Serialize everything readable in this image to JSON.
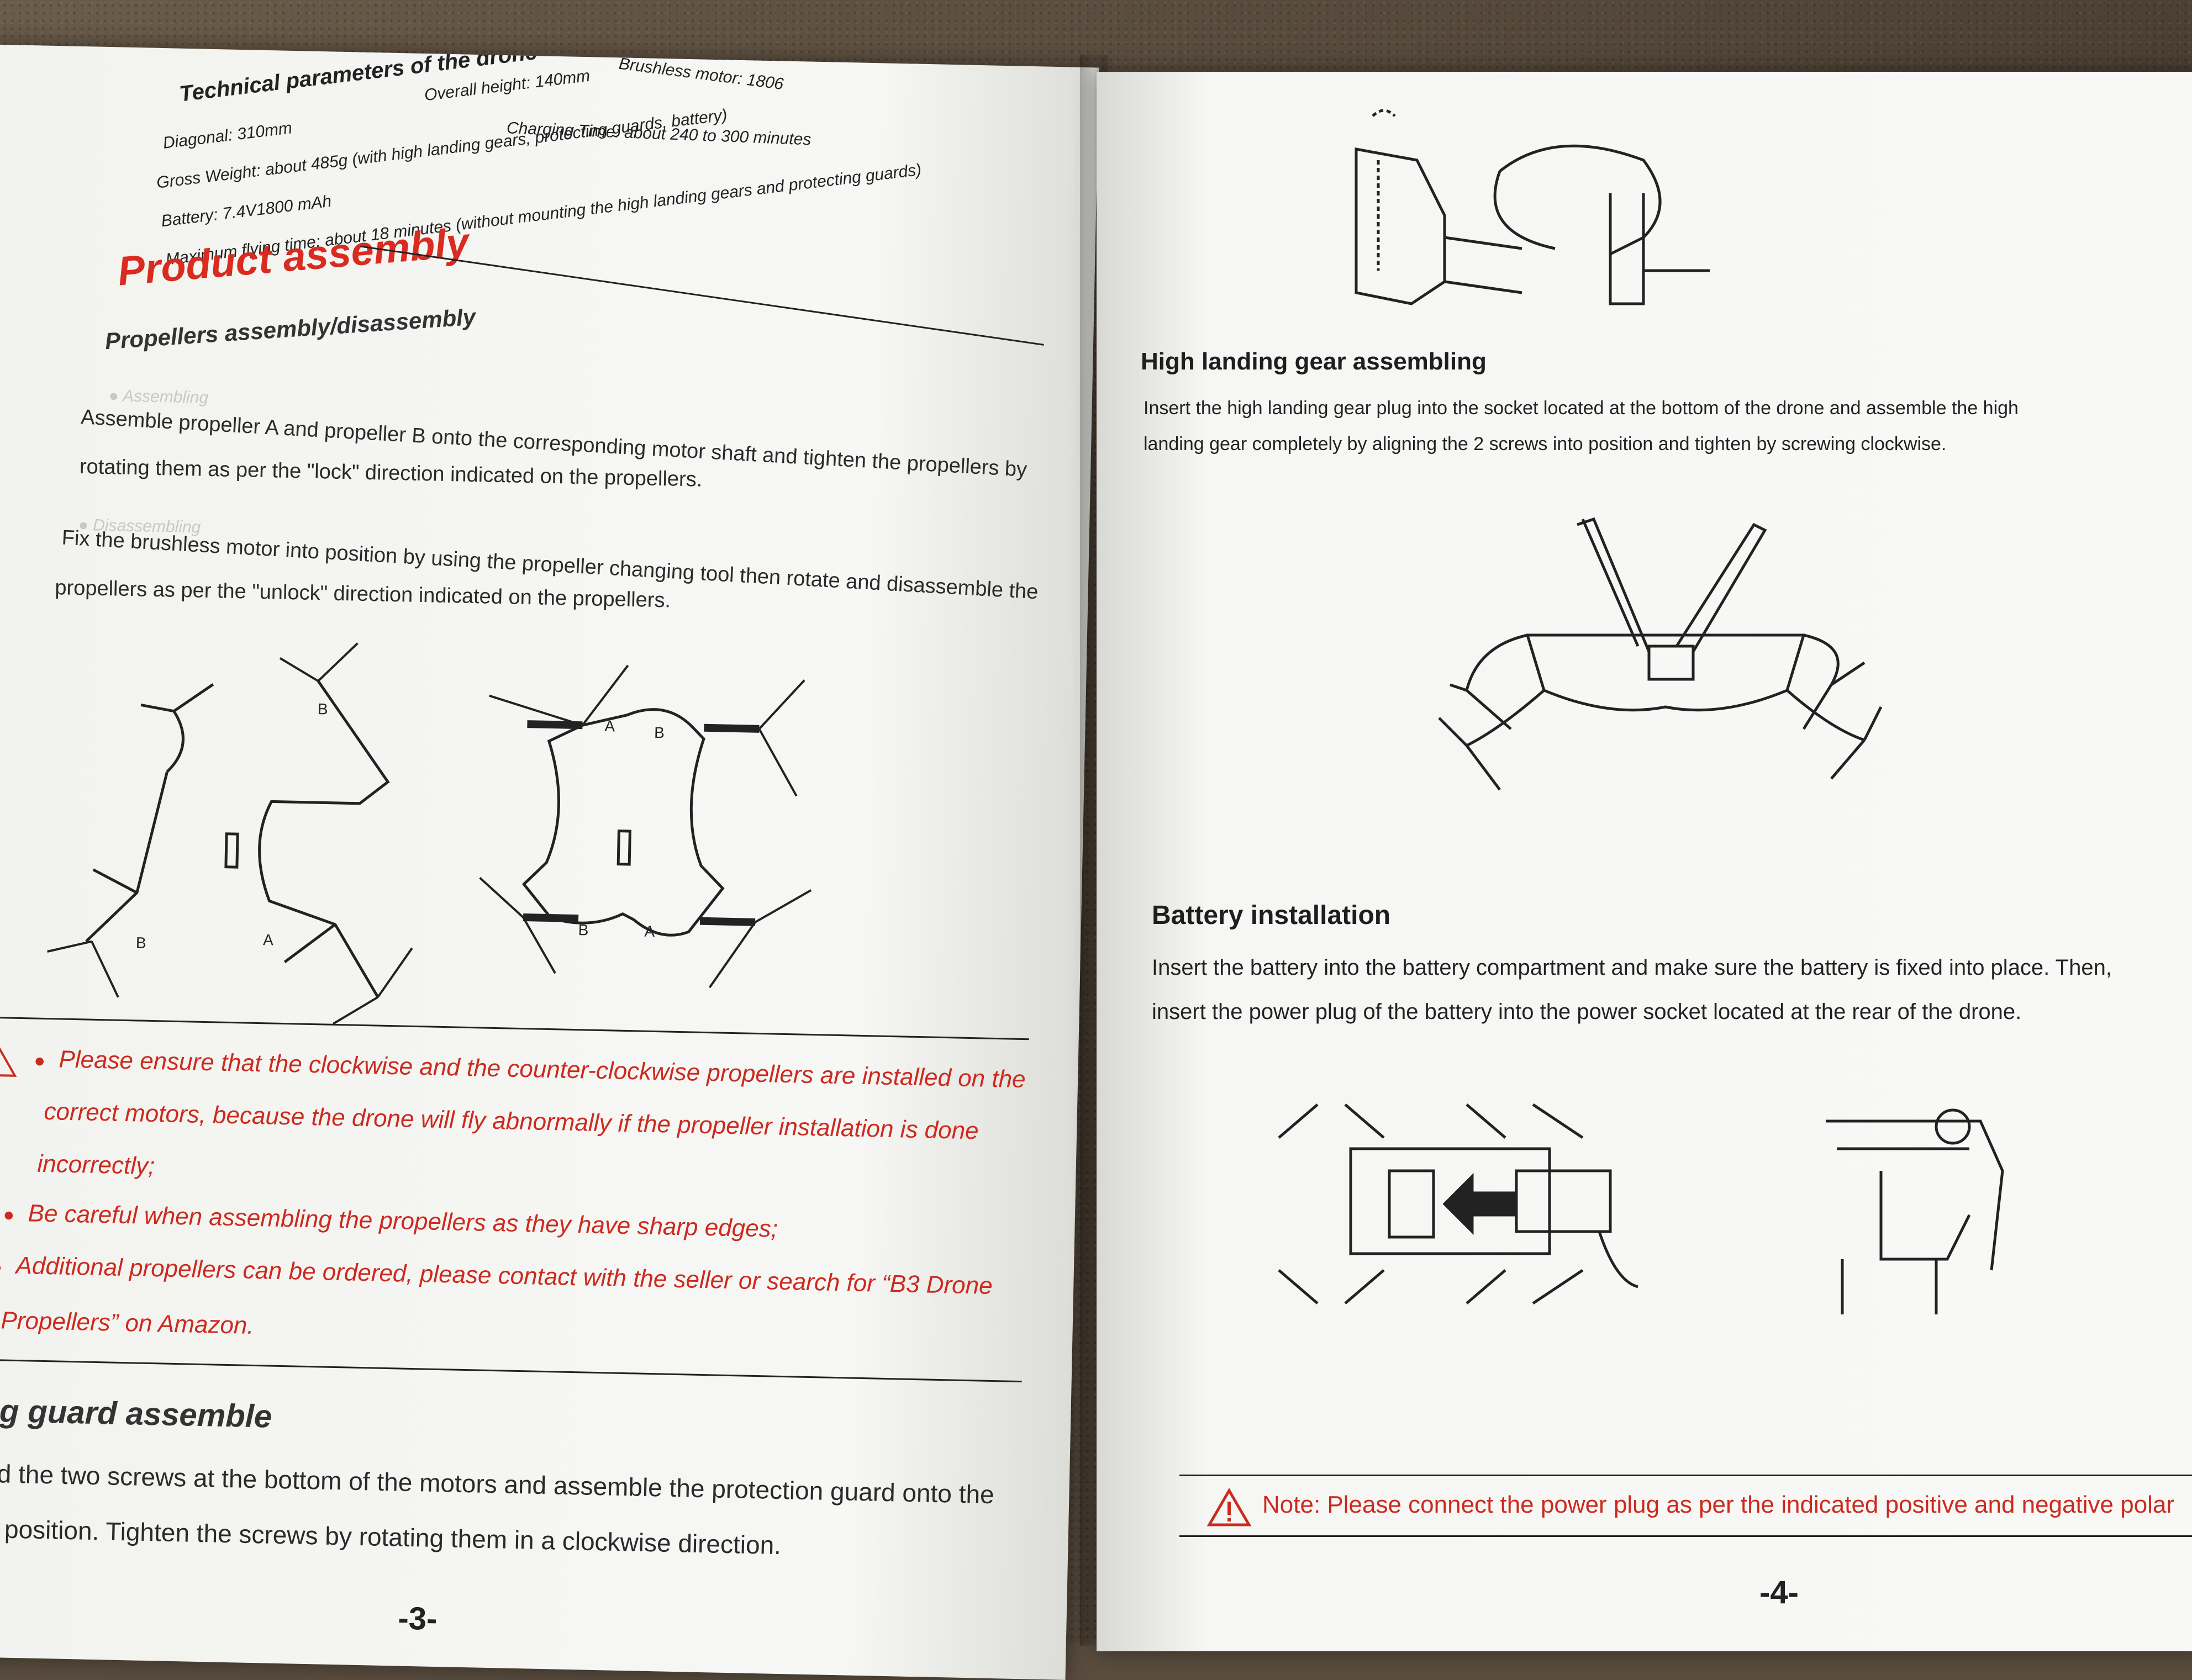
{
  "left_page": {
    "tech": {
      "title": "Technical parameters of the drone",
      "overall_height": "Overall height: 140mm",
      "brushless_motor": "Brushless motor: 1806",
      "diagonal": "Diagonal: 310mm",
      "gross_weight": "Gross Weight: about 485g (with high landing gears, protecting guards, battery)",
      "charging_time": "Charging Time: about 240 to 300 minutes",
      "battery": "Battery: 7.4V1800 mAh",
      "max_flying": "Maximum flying time: about 18 minutes (without mounting the high landing gears and protecting guards)"
    },
    "product_assembly": "Product assembly",
    "propellers_heading": "Propellers assembly/disassembly",
    "assembling_label": "● Assembling",
    "assembling_text_1": "Assemble propeller A and propeller B onto the corresponding motor shaft and tighten the propellers by",
    "assembling_text_2": "rotating them as per the \"lock\" direction indicated on the propellers.",
    "disassembling_label": "● Disassembling",
    "disassembling_text_1": "Fix the brushless motor into position by using the propeller changing tool then rotate and disassemble the",
    "disassembling_text_2": "propellers as per the \"unlock\" direction indicated on the propellers.",
    "warnings": {
      "w1_line1": "Please ensure that the clockwise and the counter-clockwise propellers are installed on the",
      "w1_line2": "correct motors, because the drone will fly abnormally if the propeller installation is done",
      "w1_line3": "incorrectly;",
      "w2": "Be careful when assembling the propellers as they have sharp edges;",
      "w3_line1": "Additional propellers can be ordered, please contact with the seller or search for “B3 Drone",
      "w3_line2": "Propellers” on Amazon."
    },
    "guard_heading": "ting guard assemble",
    "guard_text_1": "wind the two screws at the bottom of the motors and assemble the protection guard onto the",
    "guard_text_2": "ling position. Tighten the screws by rotating them in a clockwise direction.",
    "page_number": "-3-",
    "diagram_labels": {
      "a": "A",
      "b": "B"
    }
  },
  "right_page": {
    "landing_heading": "High landing gear assembling",
    "landing_text_1": "Insert the high landing gear plug into the socket located at the bottom of the drone and assemble the high",
    "landing_text_2": "landing gear completely by aligning the 2 screws into position and tighten by screwing clockwise.",
    "battery_heading": "Battery installation",
    "battery_text_1": "Insert the battery into the battery compartment and make sure the battery is fixed into place. Then,",
    "battery_text_2": "insert the power plug of the battery into the power socket located at the rear of the drone.",
    "note": "Note: Please connect the power plug as per the indicated positive and negative polar",
    "page_number": "-4-"
  },
  "colors": {
    "accent_red": "#cc2a1e",
    "paper": "#f6f6f4"
  }
}
